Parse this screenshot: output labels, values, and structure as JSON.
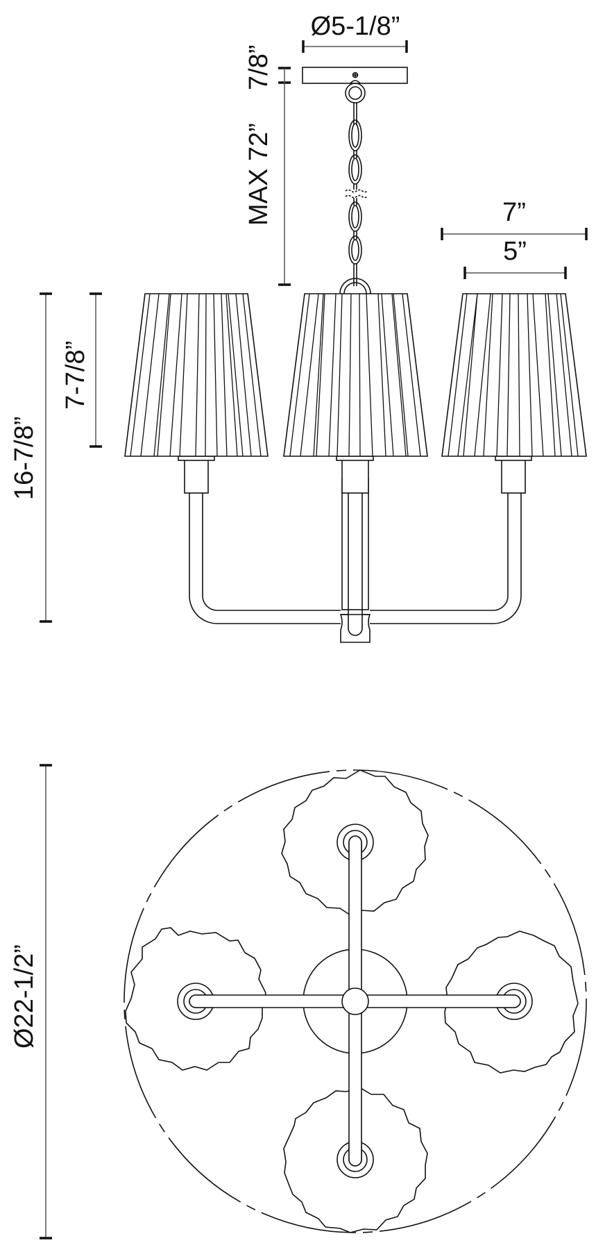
{
  "diagram": {
    "title": "Three-light chandelier dimension drawing",
    "views": [
      "elevation",
      "plan"
    ],
    "colors": {
      "line": "#111111",
      "dimension_line": "#555555",
      "background": "#ffffff"
    },
    "elevation": {
      "canopy_diameter_label": "Ø5-1/8”",
      "canopy_height_label": "7/8”",
      "chain_length_label": "MAX 72”",
      "shade_bottom_width_label": "7”",
      "shade_top_width_label": "5”",
      "shade_height_label": "7-7/8”",
      "body_height_label": "16-7/8”",
      "shade_count": 3
    },
    "plan": {
      "overall_diameter_label": "Ø22-1/2”",
      "shade_count": 4
    }
  }
}
